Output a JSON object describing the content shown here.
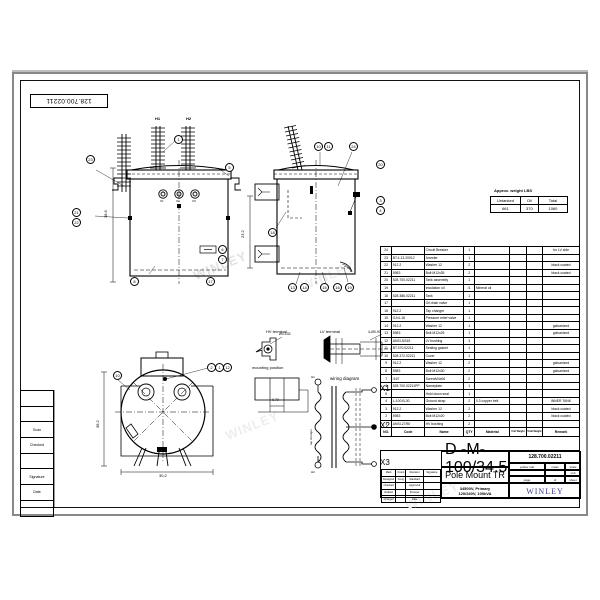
{
  "sheet": {
    "drawing_number_stamp": "128.700.02211",
    "watermark": "WINLEY"
  },
  "weight_table": {
    "title": "Approx. weight LBS",
    "headers": [
      "Untanked",
      "Oil",
      "Total"
    ],
    "values": [
      "661",
      "370",
      "1060"
    ]
  },
  "views": {
    "front": {
      "name": "front-view",
      "labels": [
        "H1",
        "H2",
        "X1",
        "X2",
        "X3"
      ],
      "dim_height": "38.6"
    },
    "side": {
      "name": "side-view",
      "dim_height": "23.2"
    },
    "plan": {
      "name": "plan-view",
      "dim_vertical": "38.2",
      "dim_horizontal": "30.2"
    },
    "mounting": {
      "title": "mounting position",
      "dim": "0.79"
    },
    "hv_terminal": {
      "title": "HV terminal",
      "dim": "Ø0.433"
    },
    "lv_terminal": {
      "title": "LV terminal",
      "dim": "4-Ø0.90"
    },
    "wiring": {
      "title": "wiring diagram",
      "primary_labels": [
        "H1",
        "H2"
      ],
      "tap_label": "tap changer",
      "secondary_labels": [
        "X1",
        "X2",
        "X3"
      ]
    }
  },
  "bom": {
    "columns": [
      "NO.",
      "Code",
      "Name",
      "QTY",
      "Material",
      "Unit Weight",
      "Total Weight",
      "Remark"
    ],
    "rows": [
      {
        "no": "24",
        "code": "",
        "name": "Circuit Breaker",
        "qty": "1",
        "material": "",
        "uw": "",
        "tw": "",
        "remark": "for LV side"
      },
      {
        "no": "23",
        "code": "BT.4.13.20012",
        "name": "Arrester",
        "qty": "1",
        "material": "",
        "uw": "",
        "tw": "",
        "remark": ""
      },
      {
        "no": "22",
        "code": "912.2",
        "name": "Washer 12",
        "qty": "2",
        "material": "",
        "uw": "",
        "tw": "",
        "remark": "black coated"
      },
      {
        "no": "21",
        "code": "5983",
        "name": "Bolt M12x35",
        "qty": "2",
        "material": "",
        "uw": "",
        "tw": "",
        "remark": "black coated"
      },
      {
        "no": "20",
        "code": "528.700.02211",
        "name": "Tank assembly",
        "qty": "1",
        "material": "",
        "uw": "",
        "tw": "",
        "remark": ""
      },
      {
        "no": "19",
        "code": "",
        "name": "Insulation oil",
        "qty": "/1",
        "material": "Mineral oil",
        "uw": "",
        "tw": "",
        "remark": ""
      },
      {
        "no": "18",
        "code": "528.386.02211",
        "name": "Tank",
        "qty": "1",
        "material": "",
        "uw": "",
        "tw": "",
        "remark": ""
      },
      {
        "no": "17",
        "code": "",
        "name": "Oil drain valve",
        "qty": "1",
        "material": "",
        "uw": "",
        "tw": "",
        "remark": ""
      },
      {
        "no": "16",
        "code": "912.2",
        "name": "Tap changer",
        "qty": "1",
        "material": "",
        "uw": "",
        "tw": "",
        "remark": ""
      },
      {
        "no": "15",
        "code": "GJ/4-18",
        "name": "Pressure relief valve",
        "qty": "1",
        "material": "",
        "uw": "",
        "tw": "",
        "remark": ""
      },
      {
        "no": "14",
        "code": "912.2",
        "name": "Washer 12",
        "qty": "1",
        "material": "",
        "uw": "",
        "tw": "",
        "remark": "galvanized"
      },
      {
        "no": "13",
        "code": "5983",
        "name": "Bolt M12x25",
        "qty": "1",
        "material": "",
        "uw": "",
        "tw": "",
        "remark": "galvanized"
      },
      {
        "no": "12",
        "code": "ANSI-5/315",
        "name": "LV bushing",
        "qty": "3",
        "material": "",
        "uw": "",
        "tw": "",
        "remark": ""
      },
      {
        "no": "11",
        "code": "BT.370.02211",
        "name": "Sealing gasket",
        "qty": "1",
        "material": "",
        "uw": "",
        "tw": "",
        "remark": ""
      },
      {
        "no": "10",
        "code": "528.372.02211",
        "name": "Cover",
        "qty": "1",
        "material": "",
        "uw": "",
        "tw": "",
        "remark": ""
      },
      {
        "no": "9",
        "code": "912.2",
        "name": "Washer 12",
        "qty": "2",
        "material": "",
        "uw": "",
        "tw": "",
        "remark": "galvanized"
      },
      {
        "no": "8",
        "code": "5983",
        "name": "Bolt M12x30",
        "qty": "2",
        "material": "",
        "uw": "",
        "tw": "",
        "remark": "galvanized"
      },
      {
        "no": "7",
        "code": "/167",
        "name": "ScrewM4x06",
        "qty": "2",
        "material": "",
        "uw": "",
        "tw": "",
        "remark": ""
      },
      {
        "no": "6",
        "code": "528.700.02211PP",
        "name": "Nameplate",
        "qty": "1",
        "material": "",
        "uw": "",
        "tw": "",
        "remark": ""
      },
      {
        "no": "5",
        "code": "",
        "name": "Hold down seal",
        "qty": "1",
        "material": "",
        "uw": "",
        "tw": "",
        "remark": ""
      },
      {
        "no": "4",
        "code": "L-100 B-30",
        "name": "Ground strap",
        "qty": "2",
        "material": "0.3 copper belt",
        "uw": "",
        "tw": "",
        "remark": "INNER TANK"
      },
      {
        "no": "3",
        "code": "912.2",
        "name": "Washer 12",
        "qty": "2",
        "material": "",
        "uw": "",
        "tw": "",
        "remark": "black coated"
      },
      {
        "no": "2",
        "code": "5983",
        "name": "Bolt M12x20",
        "qty": "2",
        "material": "",
        "uw": "",
        "tw": "",
        "remark": "black coated"
      },
      {
        "no": "1",
        "code": "ANSI-27/50",
        "name": "HV bushing",
        "qty": "2",
        "material": "",
        "uw": "",
        "tw": "",
        "remark": ""
      }
    ]
  },
  "title_block": {
    "model": "D -M-100/34.5",
    "product": "Pole Mount TR",
    "spec_line1": "34500V, Primary",
    "spec_line2": "120/240V, 100kVA",
    "drawing_number": "128.700.02211",
    "brand": "WINLEY",
    "meta_labels": [
      "yellow mat",
      "mass",
      "scale",
      "unit"
    ],
    "meta_labels2": [
      "page",
      "of",
      "sheet"
    ],
    "sig_headers": [
      "Mark",
      "Count",
      "Revision",
      "Signature",
      "Date"
    ],
    "sig_rows": [
      [
        "Designed",
        "Cong",
        "Standard"
      ],
      [
        "Checked",
        "",
        "Approved"
      ],
      [
        "Drafted",
        "",
        "Process"
      ],
      [
        "Charged",
        "",
        "Date"
      ]
    ]
  },
  "left_stub": {
    "rows": [
      "",
      "",
      "Scan",
      "Checked",
      "",
      "Signature",
      "Date",
      ""
    ]
  }
}
